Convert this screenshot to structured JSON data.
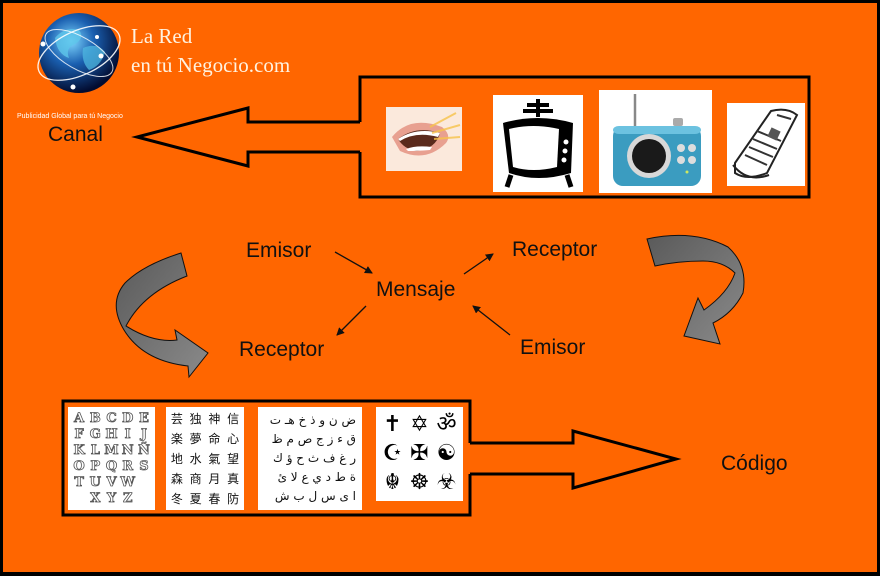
{
  "logo": {
    "name_line1": "La Red",
    "name_line2": "en tú Negocio.com",
    "tagline": "Publicidad Global para tú Negocio",
    "icon": "globe-network-icon"
  },
  "colors": {
    "background": "#FF6600",
    "frame": "#000000",
    "text": "#111111",
    "curved_arrow_fill": "#6E6E6E"
  },
  "canal": {
    "label": "Canal",
    "media": [
      {
        "name": "mouth-speech-icon",
        "description": "boca hablando"
      },
      {
        "name": "television-icon",
        "description": "televisión"
      },
      {
        "name": "radio-icon",
        "description": "radio"
      },
      {
        "name": "newspaper-icon",
        "description": "periódico"
      }
    ]
  },
  "communication": {
    "center": "Mensaje",
    "top_left": "Emisor",
    "top_right": "Receptor",
    "bottom_left": "Receptor",
    "bottom_right": "Emisor"
  },
  "codigo": {
    "label": "Código",
    "latin_letters": [
      "A",
      "B",
      "C",
      "D",
      "E",
      "F",
      "G",
      "H",
      "I",
      "J",
      "K",
      "L",
      "M",
      "N",
      "Ñ",
      "O",
      "P",
      "Q",
      "R",
      "S",
      "T",
      "U",
      "V",
      "W",
      "X",
      "Y",
      "Z"
    ],
    "kanji": [
      "芸",
      "独",
      "神",
      "信",
      "楽",
      "夢",
      "命",
      "心",
      "地",
      "水",
      "氣",
      "望",
      "森",
      "商",
      "月",
      "真",
      "冬",
      "夏",
      "春",
      "防"
    ],
    "arabic_rows": [
      "ض ن و ذ خ هـ ت",
      "ق ء ز ج ص م ظ",
      "ر غ ف ث ح ؤ ك",
      "ة ط د ي ع لا ئ",
      "ا ى س ل ب ش"
    ],
    "religious_symbols": [
      "✝",
      "✡",
      "ॐ",
      "☪",
      "✠",
      "☯",
      "☬",
      "☸",
      "☣"
    ]
  }
}
